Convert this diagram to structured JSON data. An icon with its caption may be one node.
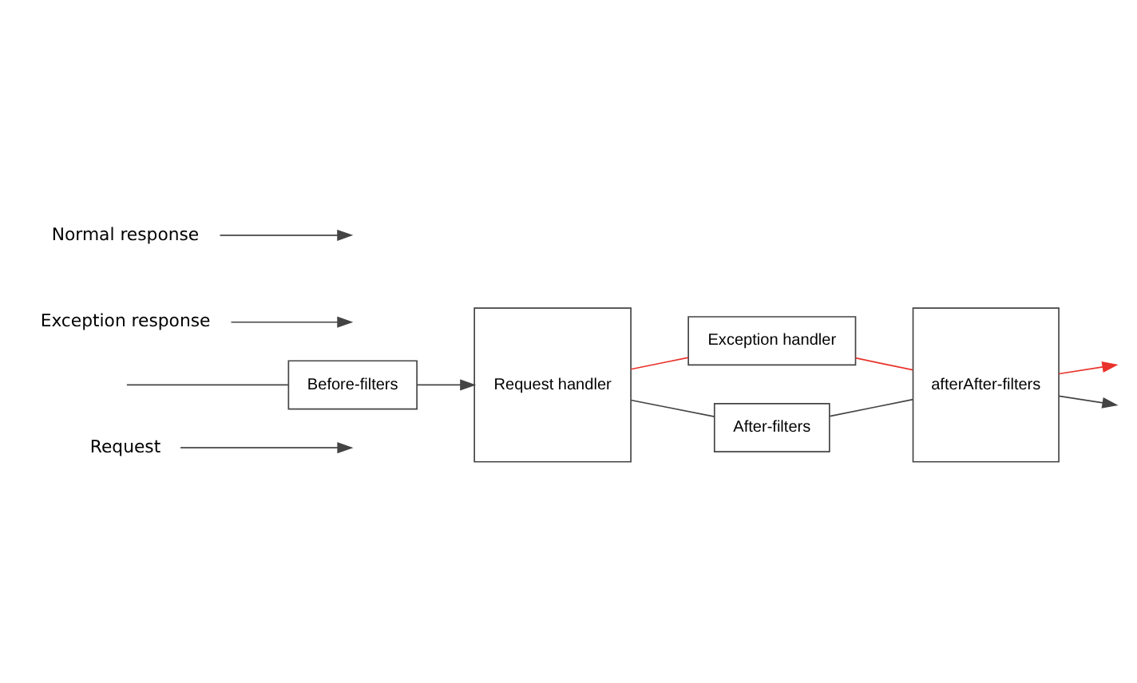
{
  "diagram": {
    "nodes": [
      {
        "text": [
          "Request"
        ]
      },
      {
        "text": [
          "Before-filters"
        ]
      },
      {
        "text": [
          "Request handler"
        ]
      },
      {
        "text": [
          "Exception handler"
        ]
      },
      {
        "text": [
          "afterAfter-filters"
        ]
      },
      {
        "text": [
          "After-filters"
        ]
      },
      {
        "text": [
          "Exception response"
        ]
      },
      {
        "text": [
          "Normal response"
        ]
      }
    ],
    "edges": [
      {
        "from": null,
        "to": 1,
        "arrow": "none"
      },
      {
        "from": 1,
        "to": 2,
        "arrow": "to"
      },
      {
        "from": 0,
        "to": null,
        "arrow": "to"
      },
      {
        "from": 2,
        "to": 3,
        "arrow": "none",
        "color": "#e8322b"
      },
      {
        "from": 3,
        "to": 4,
        "arrow": "none",
        "color": "#e8322b"
      },
      {
        "from": 4,
        "to": null,
        "arrow": "to",
        "color": "#e8322b"
      },
      {
        "from": 2,
        "to": 5,
        "arrow": "none"
      },
      {
        "from": 5,
        "to": 4,
        "arrow": "none"
      },
      {
        "from": 4,
        "to": null,
        "arrow": "to"
      },
      {
        "from": 6,
        "to": null,
        "arrow": "to"
      },
      {
        "from": 7,
        "to": null,
        "arrow": "to"
      }
    ]
  }
}
